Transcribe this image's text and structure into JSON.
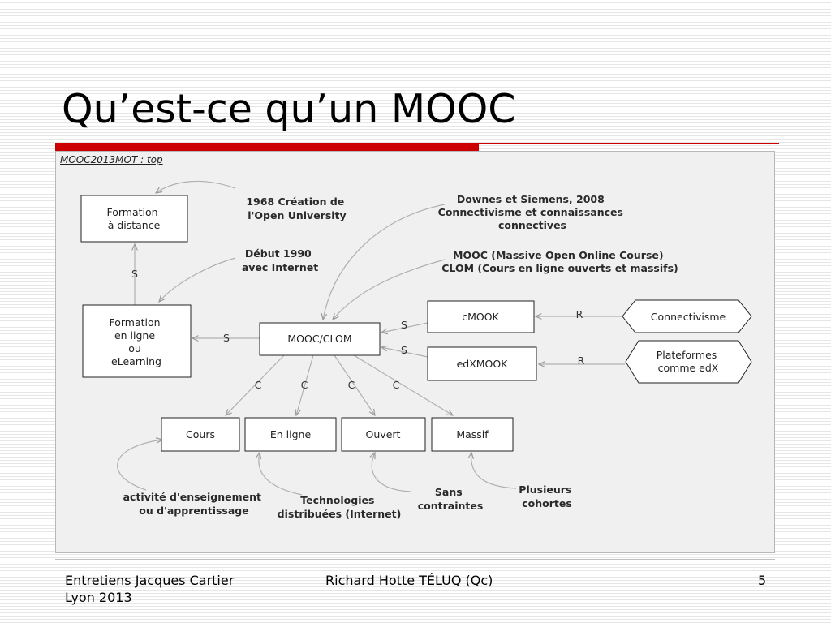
{
  "slide": {
    "title": "Qu’est-ce qu’un MOOC",
    "footer_left": [
      "Entretiens Jacques Cartier",
      "Lyon 2013"
    ],
    "footer_center": "Richard Hotte TÉLUQ (Qc)",
    "page_number": "5"
  },
  "diagram": {
    "caption": "MOOC2013MOT : top",
    "boxes": {
      "formation_distance": [
        "Formation",
        "à distance"
      ],
      "formation_en_ligne": [
        "Formation",
        "en ligne",
        "ou",
        "eLearning"
      ],
      "mooc_clom": [
        "MOOC/CLOM"
      ],
      "cmook": [
        "cMOOK"
      ],
      "edxmook": [
        "edXMOOK"
      ],
      "cours": [
        "Cours"
      ],
      "en_ligne": [
        "En ligne"
      ],
      "ouvert": [
        "Ouvert"
      ],
      "massif": [
        "Massif"
      ]
    },
    "hexagons": {
      "connectivisme": [
        "Connectivisme"
      ],
      "plateformes": [
        "Plateformes",
        "comme edX"
      ]
    },
    "notes": {
      "open_university": [
        "1968 Création de",
        "l'Open University"
      ],
      "debut_1990": [
        "Début 1990",
        "avec Internet"
      ],
      "downes_siemens": [
        "Downes et Siemens, 2008",
        "Connectivisme et connaissances",
        "connectives"
      ],
      "mooc_definition": [
        "MOOC (Massive Open Online Course)",
        "CLOM (Cours en ligne ouverts et massifs)"
      ],
      "activite": [
        "activité d'enseignement",
        "ou d'apprentissage"
      ],
      "technologies": [
        "Technologies",
        "distribuées (Internet)"
      ],
      "sans_contraintes": [
        "Sans",
        "contraintes"
      ],
      "plusieurs_cohortes": [
        "Plusieurs",
        "cohortes"
      ]
    },
    "link_labels": {
      "s_vertical": "S",
      "s_left": "S",
      "s_cmook": "S",
      "s_edxmook": "S",
      "c_cours": "C",
      "c_en_ligne": "C",
      "c_ouvert": "C",
      "c_massif": "C",
      "r_connectivisme": "R",
      "r_plateformes": "R"
    }
  }
}
